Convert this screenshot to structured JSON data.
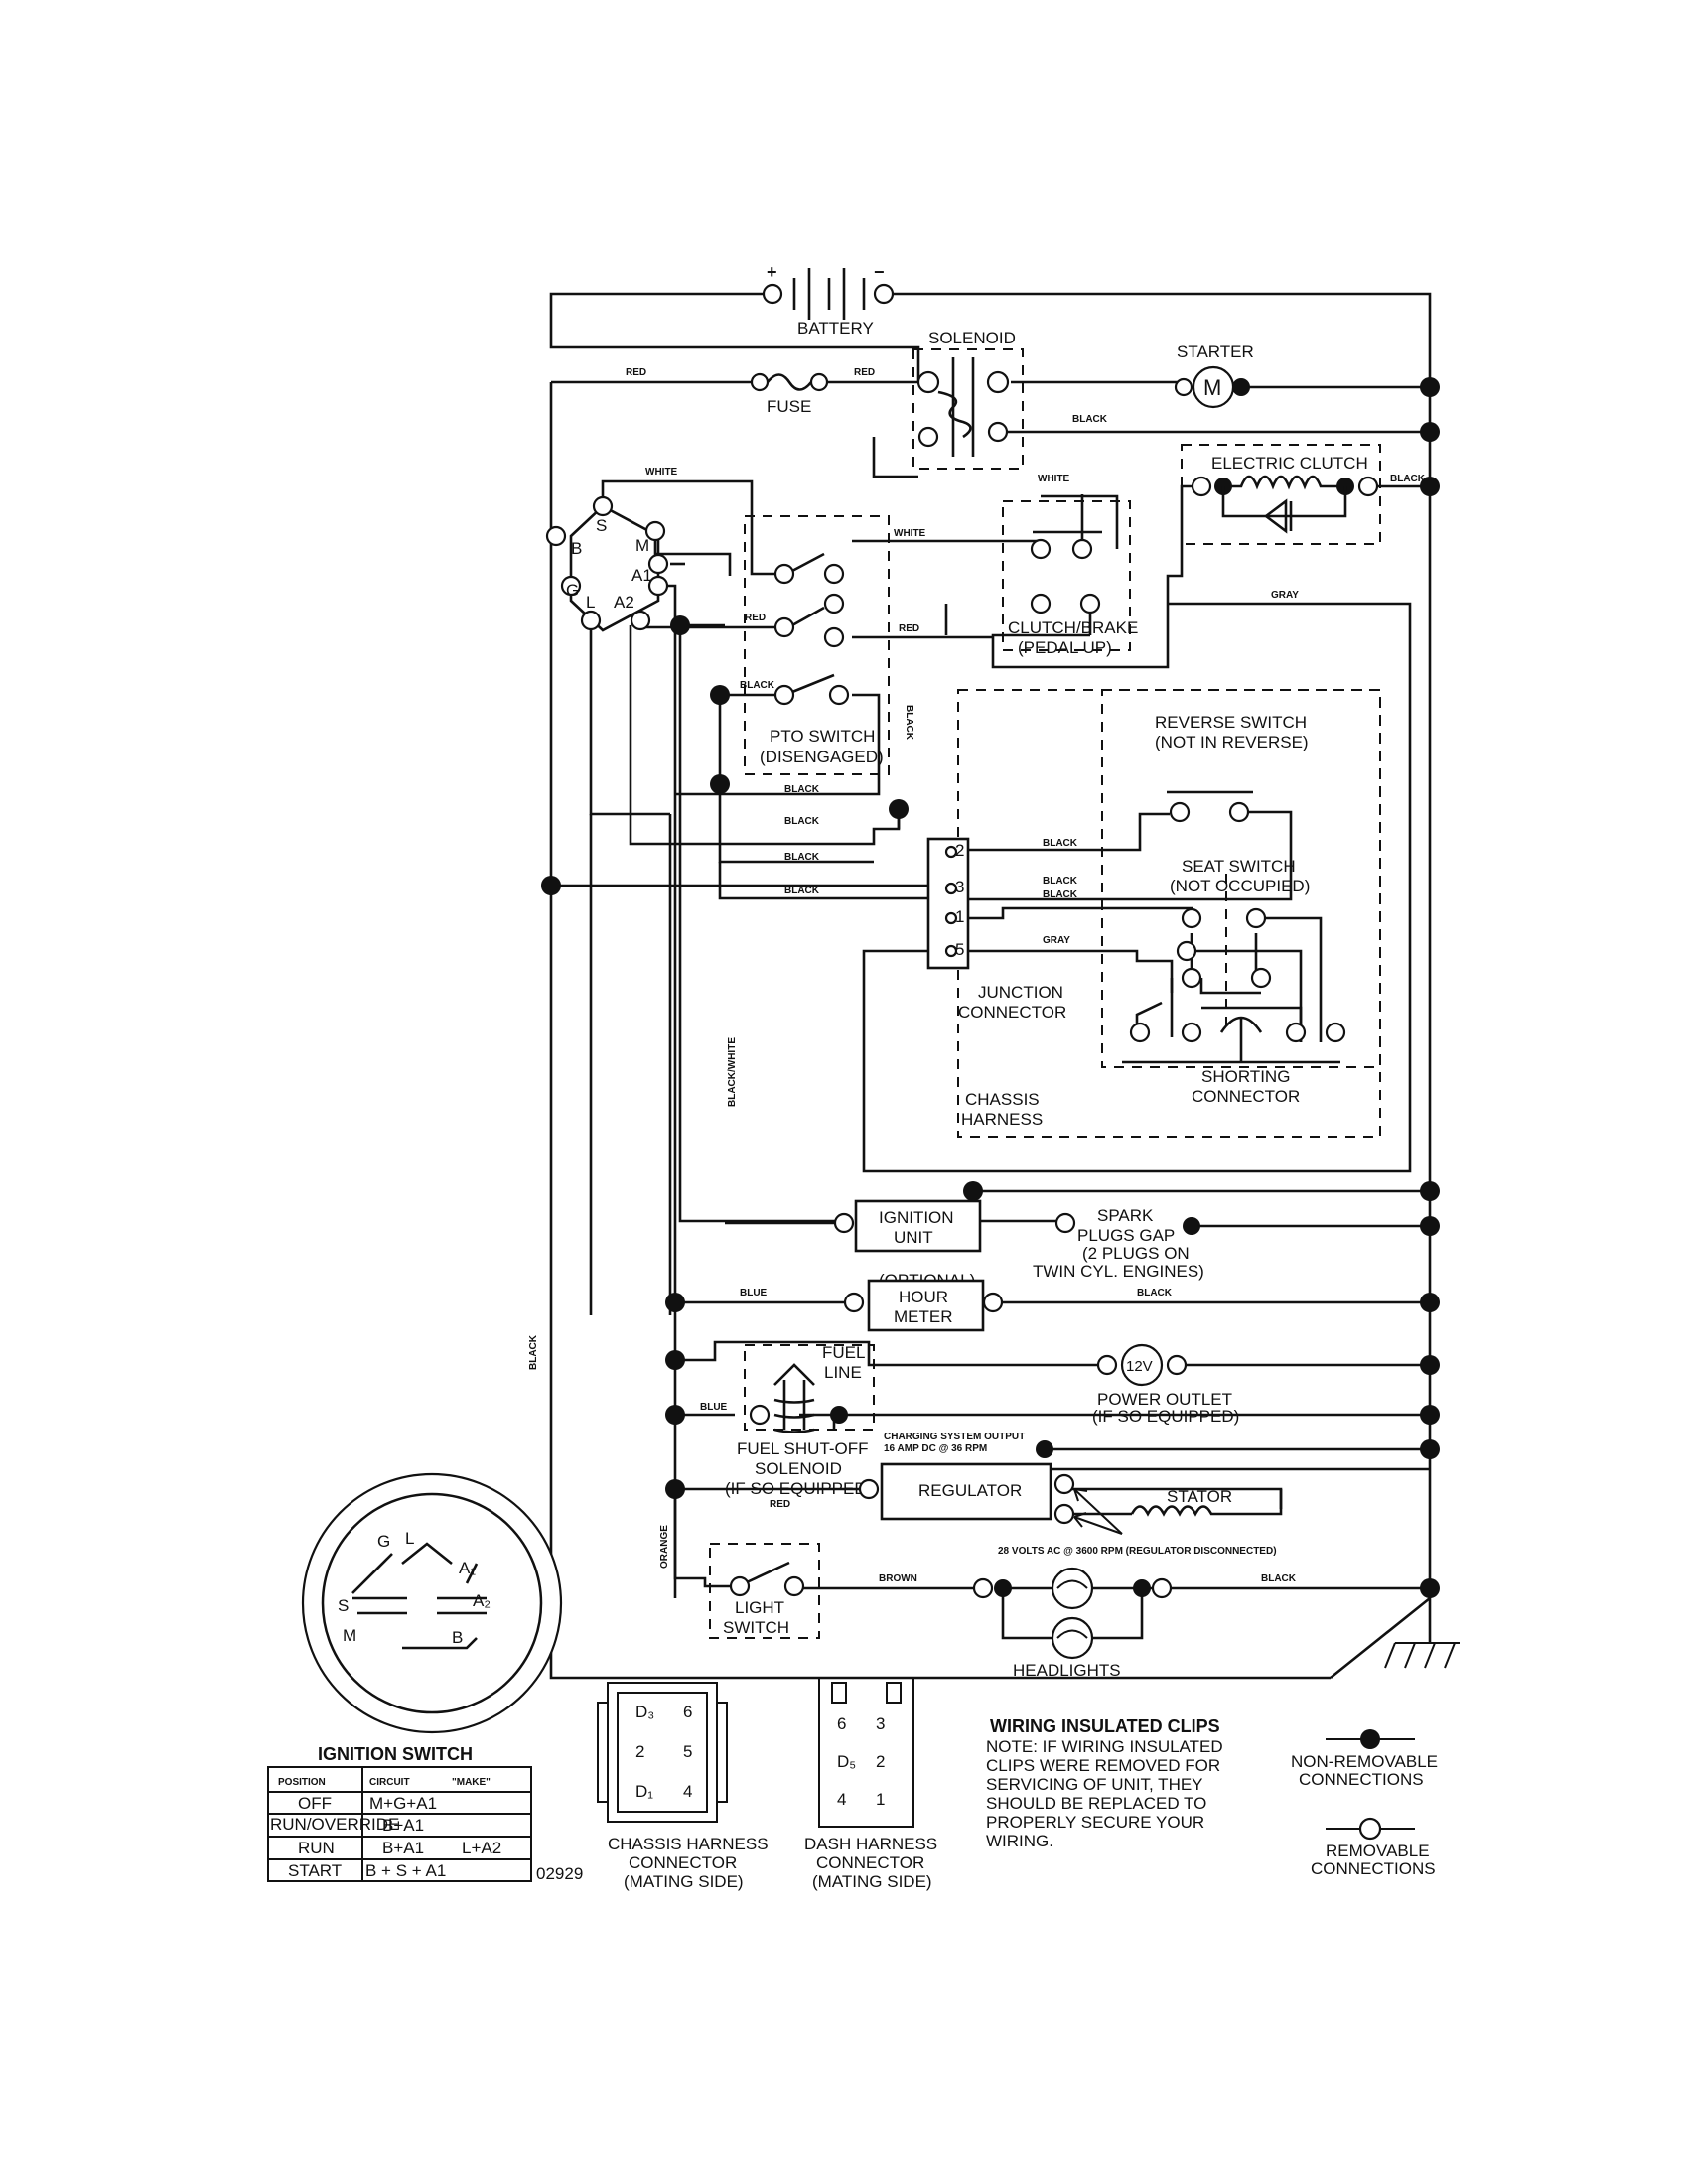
{
  "labels": {
    "battery": "BATTERY",
    "plus": "+",
    "minus": "−",
    "solenoid": "SOLENOID",
    "starter": "STARTER",
    "starter_m": "M",
    "fuse": "FUSE",
    "electric_clutch": "ELECTRIC CLUTCH",
    "pto_switch_1": "PTO SWITCH",
    "pto_switch_2": "(DISENGAGED)",
    "clutch_brake_1": "CLUTCH/BRAKE",
    "clutch_brake_2": "(PEDAL UP)",
    "reverse_switch_1": "REVERSE SWITCH",
    "reverse_switch_2": "(NOT IN REVERSE)",
    "seat_switch_1": "SEAT SWITCH",
    "seat_switch_2": "(NOT OCCUPIED)",
    "junction_1": "JUNCTION",
    "junction_2": "CONNECTOR",
    "chassis_1": "CHASSIS",
    "chassis_2": "HARNESS",
    "shorting_1": "SHORTING",
    "shorting_2": "CONNECTOR",
    "ignition_unit_1": "IGNITION",
    "ignition_unit_2": "UNIT",
    "spark_1": "SPARK",
    "spark_2": "PLUGS GAP",
    "spark_3": "(2 PLUGS ON",
    "spark_4": "TWIN CYL. ENGINES)",
    "optional": "(OPTIONAL)",
    "hour_meter_1": "HOUR",
    "hour_meter_2": "METER",
    "fuel_line_1": "FUEL",
    "fuel_line_2": "LINE",
    "outlet_12v": "12V",
    "power_outlet_1": "POWER OUTLET",
    "power_outlet_2": "(IF SO EQUIPPED)",
    "fuel_sol_1": "FUEL SHUT-OFF",
    "fuel_sol_2": "SOLENOID",
    "fuel_sol_3": "(IF SO EQUIPPED)",
    "charging_1": "CHARGING SYSTEM OUTPUT",
    "charging_2": "16 AMP DC @ 36 RPM",
    "regulator": "REGULATOR",
    "stator": "STATOR",
    "volts_note": "28 VOLTS AC @ 3600 RPM (REGULATOR DISCONNECTED)",
    "light_switch_1": "LIGHT",
    "light_switch_2": "SWITCH",
    "headlights": "HEADLIGHTS",
    "ign_s": "S",
    "ign_m": "M",
    "ign_b": "B",
    "ign_a1": "A1",
    "ign_g": "G",
    "ign_l": "L",
    "ign_a2": "A2",
    "pin_2": "2",
    "pin_3": "3",
    "pin_1": "1",
    "pin_5": "5",
    "code": "02929"
  },
  "wires": {
    "red": "RED",
    "white": "WHITE",
    "black": "BLACK",
    "gray": "GRAY",
    "blue": "BLUE",
    "brown": "BROWN",
    "orange": "ORANGE",
    "black_white": "BLACK/WHITE"
  },
  "ignition_switch": {
    "title": "IGNITION SWITCH",
    "face": {
      "g": "G",
      "l": "L",
      "a1": "A₁",
      "s": "S",
      "a2": "A₂",
      "m": "M",
      "b": "B"
    },
    "headers": [
      "POSITION",
      "CIRCUIT",
      "\"MAKE\""
    ],
    "rows": [
      {
        "position": "OFF",
        "circuit": "M+G+A1",
        "make": ""
      },
      {
        "position": "RUN/OVERRIDE",
        "circuit": "B+A1",
        "make": ""
      },
      {
        "position": "RUN",
        "circuit": "B+A1",
        "make": "L+A2"
      },
      {
        "position": "START",
        "circuit": "B + S + A1",
        "make": ""
      }
    ]
  },
  "chassis_connector": {
    "label_1": "CHASSIS HARNESS",
    "label_2": "CONNECTOR",
    "label_3": "(MATING SIDE)",
    "pins": [
      "D₃",
      "6",
      "2",
      "5",
      "D₁",
      "4"
    ]
  },
  "dash_connector": {
    "label_1": "DASH HARNESS",
    "label_2": "CONNECTOR",
    "label_3": "(MATING SIDE)",
    "pins": [
      "6",
      "3",
      "D₅",
      "2",
      "4",
      "1"
    ]
  },
  "clips_note": {
    "title": "WIRING INSULATED CLIPS",
    "lines": [
      "NOTE: IF WIRING INSULATED",
      "CLIPS WERE REMOVED FOR",
      "SERVICING OF UNIT, THEY",
      "SHOULD BE REPLACED TO",
      "PROPERLY SECURE YOUR",
      "WIRING."
    ]
  },
  "legend": {
    "non_removable_1": "NON-REMOVABLE",
    "non_removable_2": "CONNECTIONS",
    "removable_1": "REMOVABLE",
    "removable_2": "CONNECTIONS"
  }
}
